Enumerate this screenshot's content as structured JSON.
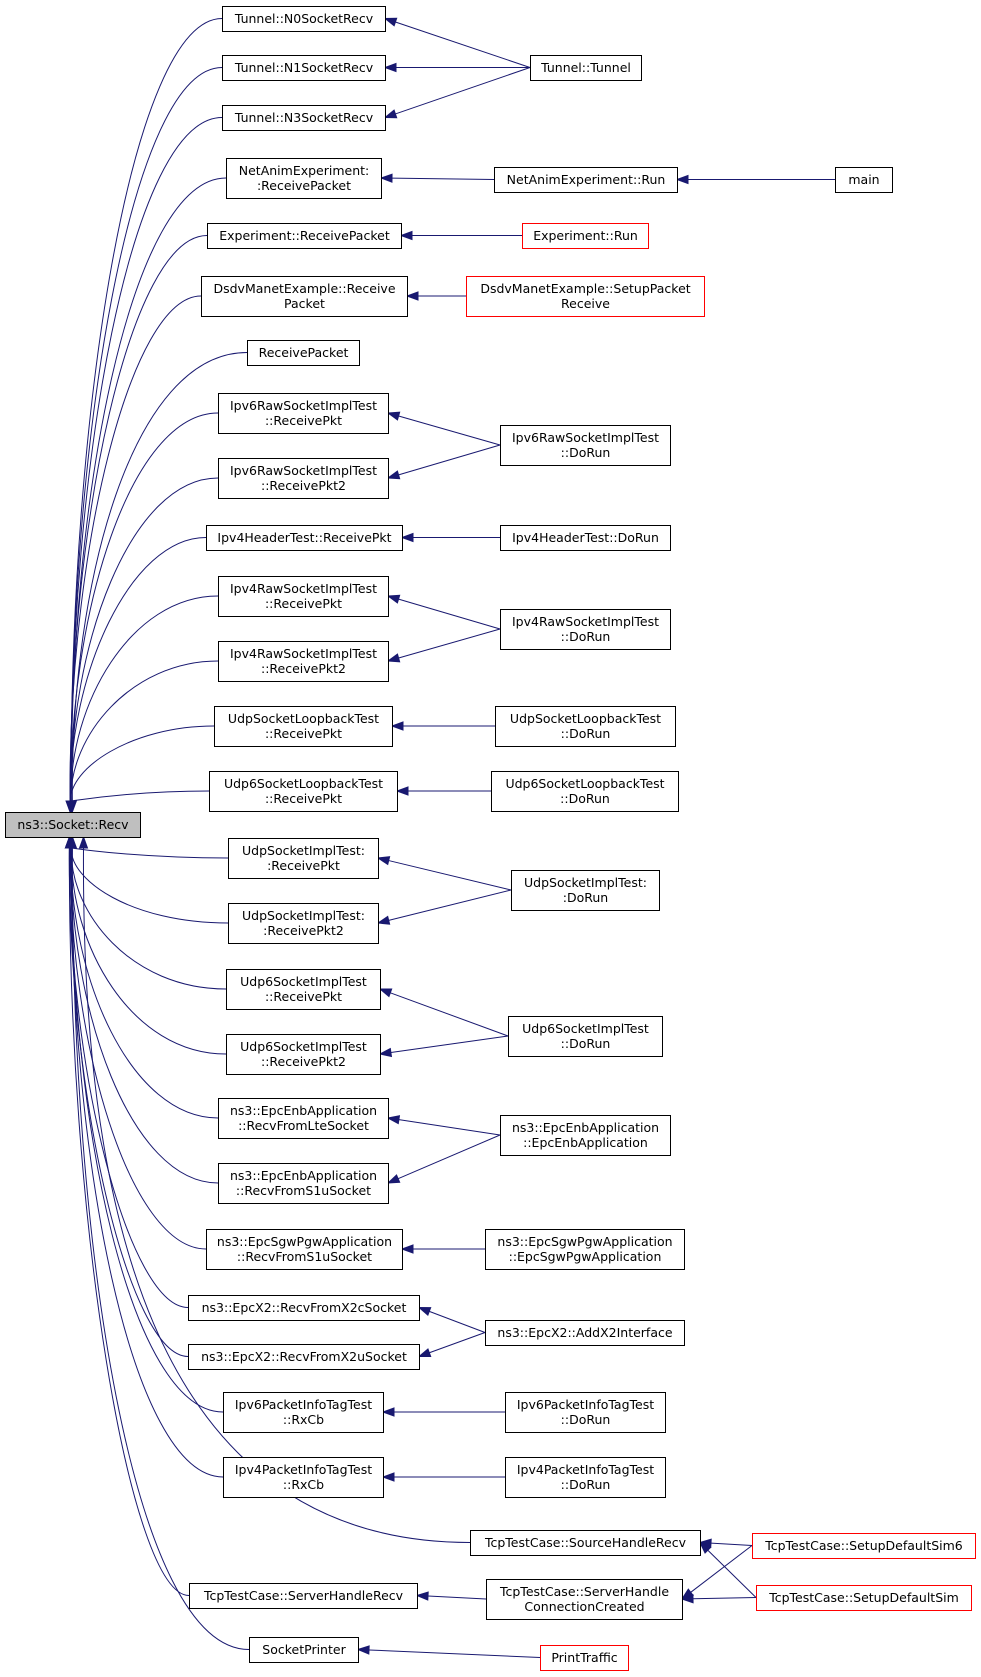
{
  "nodes": [
    {
      "id": "root",
      "lines": [
        "ns3::Socket::Recv"
      ],
      "style": "root"
    },
    {
      "id": "n0",
      "lines": [
        "Tunnel::N0SocketRecv"
      ],
      "style": "normal"
    },
    {
      "id": "n1",
      "lines": [
        "Tunnel::N1SocketRecv"
      ],
      "style": "normal"
    },
    {
      "id": "n3",
      "lines": [
        "Tunnel::N3SocketRecv"
      ],
      "style": "normal"
    },
    {
      "id": "tunnel",
      "lines": [
        "Tunnel::Tunnel"
      ],
      "style": "normal"
    },
    {
      "id": "naRecv",
      "lines": [
        "NetAnimExperiment:",
        ":ReceivePacket"
      ],
      "style": "normal"
    },
    {
      "id": "naRun",
      "lines": [
        "NetAnimExperiment::Run"
      ],
      "style": "normal"
    },
    {
      "id": "main",
      "lines": [
        "main"
      ],
      "style": "normal"
    },
    {
      "id": "expRecv",
      "lines": [
        "Experiment::ReceivePacket"
      ],
      "style": "normal"
    },
    {
      "id": "expRun",
      "lines": [
        "Experiment::Run"
      ],
      "style": "red"
    },
    {
      "id": "dsdvRecv",
      "lines": [
        "DsdvManetExample::Receive",
        "Packet"
      ],
      "style": "normal"
    },
    {
      "id": "dsdvSetup",
      "lines": [
        "DsdvManetExample::SetupPacket",
        "Receive"
      ],
      "style": "red"
    },
    {
      "id": "recvPacket",
      "lines": [
        "ReceivePacket"
      ],
      "style": "normal"
    },
    {
      "id": "i6rawPkt",
      "lines": [
        "Ipv6RawSocketImplTest",
        "::ReceivePkt"
      ],
      "style": "normal"
    },
    {
      "id": "i6rawPkt2",
      "lines": [
        "Ipv6RawSocketImplTest",
        "::ReceivePkt2"
      ],
      "style": "normal"
    },
    {
      "id": "i6rawRun",
      "lines": [
        "Ipv6RawSocketImplTest",
        "::DoRun"
      ],
      "style": "normal"
    },
    {
      "id": "i4hdrPkt",
      "lines": [
        "Ipv4HeaderTest::ReceivePkt"
      ],
      "style": "normal"
    },
    {
      "id": "i4hdrRun",
      "lines": [
        "Ipv4HeaderTest::DoRun"
      ],
      "style": "normal"
    },
    {
      "id": "i4rawPkt",
      "lines": [
        "Ipv4RawSocketImplTest",
        "::ReceivePkt"
      ],
      "style": "normal"
    },
    {
      "id": "i4rawPkt2",
      "lines": [
        "Ipv4RawSocketImplTest",
        "::ReceivePkt2"
      ],
      "style": "normal"
    },
    {
      "id": "i4rawRun",
      "lines": [
        "Ipv4RawSocketImplTest",
        "::DoRun"
      ],
      "style": "normal"
    },
    {
      "id": "udpLbPkt",
      "lines": [
        "UdpSocketLoopbackTest",
        "::ReceivePkt"
      ],
      "style": "normal"
    },
    {
      "id": "udpLbRun",
      "lines": [
        "UdpSocketLoopbackTest",
        "::DoRun"
      ],
      "style": "normal"
    },
    {
      "id": "udp6LbPkt",
      "lines": [
        "Udp6SocketLoopbackTest",
        "::ReceivePkt"
      ],
      "style": "normal"
    },
    {
      "id": "udp6LbRun",
      "lines": [
        "Udp6SocketLoopbackTest",
        "::DoRun"
      ],
      "style": "normal"
    },
    {
      "id": "udpImplPkt",
      "lines": [
        "UdpSocketImplTest:",
        ":ReceivePkt"
      ],
      "style": "normal"
    },
    {
      "id": "udpImplPkt2",
      "lines": [
        "UdpSocketImplTest:",
        ":ReceivePkt2"
      ],
      "style": "normal"
    },
    {
      "id": "udpImplRun",
      "lines": [
        "UdpSocketImplTest:",
        ":DoRun"
      ],
      "style": "normal"
    },
    {
      "id": "udp6ImplPkt",
      "lines": [
        "Udp6SocketImplTest",
        "::ReceivePkt"
      ],
      "style": "normal"
    },
    {
      "id": "udp6ImplPkt2",
      "lines": [
        "Udp6SocketImplTest",
        "::ReceivePkt2"
      ],
      "style": "normal"
    },
    {
      "id": "udp6ImplRun",
      "lines": [
        "Udp6SocketImplTest",
        "::DoRun"
      ],
      "style": "normal"
    },
    {
      "id": "enbLte",
      "lines": [
        "ns3::EpcEnbApplication",
        "::RecvFromLteSocket"
      ],
      "style": "normal"
    },
    {
      "id": "enbS1u",
      "lines": [
        "ns3::EpcEnbApplication",
        "::RecvFromS1uSocket"
      ],
      "style": "normal"
    },
    {
      "id": "enbApp",
      "lines": [
        "ns3::EpcEnbApplication",
        "::EpcEnbApplication"
      ],
      "style": "normal"
    },
    {
      "id": "sgwS1u",
      "lines": [
        "ns3::EpcSgwPgwApplication",
        "::RecvFromS1uSocket"
      ],
      "style": "normal"
    },
    {
      "id": "sgwApp",
      "lines": [
        "ns3::EpcSgwPgwApplication",
        "::EpcSgwPgwApplication"
      ],
      "style": "normal"
    },
    {
      "id": "x2c",
      "lines": [
        "ns3::EpcX2::RecvFromX2cSocket"
      ],
      "style": "normal"
    },
    {
      "id": "x2u",
      "lines": [
        "ns3::EpcX2::RecvFromX2uSocket"
      ],
      "style": "normal"
    },
    {
      "id": "x2Add",
      "lines": [
        "ns3::EpcX2::AddX2Interface"
      ],
      "style": "normal"
    },
    {
      "id": "i6pitRx",
      "lines": [
        "Ipv6PacketInfoTagTest",
        "::RxCb"
      ],
      "style": "normal"
    },
    {
      "id": "i6pitRun",
      "lines": [
        "Ipv6PacketInfoTagTest",
        "::DoRun"
      ],
      "style": "normal"
    },
    {
      "id": "i4pitRx",
      "lines": [
        "Ipv4PacketInfoTagTest",
        "::RxCb"
      ],
      "style": "normal"
    },
    {
      "id": "i4pitRun",
      "lines": [
        "Ipv4PacketInfoTagTest",
        "::DoRun"
      ],
      "style": "normal"
    },
    {
      "id": "tcpSrcRecv",
      "lines": [
        "TcpTestCase::SourceHandleRecv"
      ],
      "style": "normal"
    },
    {
      "id": "tcpSim6",
      "lines": [
        "TcpTestCase::SetupDefaultSim6"
      ],
      "style": "red"
    },
    {
      "id": "tcpSrvRecv",
      "lines": [
        "TcpTestCase::ServerHandleRecv"
      ],
      "style": "normal"
    },
    {
      "id": "tcpSrvConn",
      "lines": [
        "TcpTestCase::ServerHandle",
        "ConnectionCreated"
      ],
      "style": "normal"
    },
    {
      "id": "tcpSim",
      "lines": [
        "TcpTestCase::SetupDefaultSim"
      ],
      "style": "red"
    },
    {
      "id": "sockPrinter",
      "lines": [
        "SocketPrinter"
      ],
      "style": "normal"
    },
    {
      "id": "printTraffic",
      "lines": [
        "PrintTraffic"
      ],
      "style": "red"
    }
  ],
  "edges": [
    {
      "caller": "n0",
      "callee": "root"
    },
    {
      "caller": "n1",
      "callee": "root"
    },
    {
      "caller": "n3",
      "callee": "root"
    },
    {
      "caller": "naRecv",
      "callee": "root"
    },
    {
      "caller": "expRecv",
      "callee": "root"
    },
    {
      "caller": "dsdvRecv",
      "callee": "root"
    },
    {
      "caller": "recvPacket",
      "callee": "root"
    },
    {
      "caller": "i6rawPkt",
      "callee": "root"
    },
    {
      "caller": "i6rawPkt2",
      "callee": "root"
    },
    {
      "caller": "i4hdrPkt",
      "callee": "root"
    },
    {
      "caller": "i4rawPkt",
      "callee": "root"
    },
    {
      "caller": "i4rawPkt2",
      "callee": "root"
    },
    {
      "caller": "udpLbPkt",
      "callee": "root"
    },
    {
      "caller": "udp6LbPkt",
      "callee": "root"
    },
    {
      "caller": "udpImplPkt",
      "callee": "root"
    },
    {
      "caller": "udpImplPkt2",
      "callee": "root"
    },
    {
      "caller": "udp6ImplPkt",
      "callee": "root"
    },
    {
      "caller": "udp6ImplPkt2",
      "callee": "root"
    },
    {
      "caller": "enbLte",
      "callee": "root"
    },
    {
      "caller": "enbS1u",
      "callee": "root"
    },
    {
      "caller": "sgwS1u",
      "callee": "root"
    },
    {
      "caller": "x2c",
      "callee": "root"
    },
    {
      "caller": "x2u",
      "callee": "root"
    },
    {
      "caller": "i6pitRx",
      "callee": "root"
    },
    {
      "caller": "i4pitRx",
      "callee": "root"
    },
    {
      "caller": "tcpSrcRecv",
      "callee": "root"
    },
    {
      "caller": "tcpSrvRecv",
      "callee": "root"
    },
    {
      "caller": "sockPrinter",
      "callee": "root"
    },
    {
      "caller": "tunnel",
      "callee": "n0"
    },
    {
      "caller": "tunnel",
      "callee": "n1"
    },
    {
      "caller": "tunnel",
      "callee": "n3"
    },
    {
      "caller": "naRun",
      "callee": "naRecv"
    },
    {
      "caller": "main",
      "callee": "naRun"
    },
    {
      "caller": "expRun",
      "callee": "expRecv"
    },
    {
      "caller": "dsdvSetup",
      "callee": "dsdvRecv"
    },
    {
      "caller": "i6rawRun",
      "callee": "i6rawPkt"
    },
    {
      "caller": "i6rawRun",
      "callee": "i6rawPkt2"
    },
    {
      "caller": "i4hdrRun",
      "callee": "i4hdrPkt"
    },
    {
      "caller": "i4rawRun",
      "callee": "i4rawPkt"
    },
    {
      "caller": "i4rawRun",
      "callee": "i4rawPkt2"
    },
    {
      "caller": "udpLbRun",
      "callee": "udpLbPkt"
    },
    {
      "caller": "udp6LbRun",
      "callee": "udp6LbPkt"
    },
    {
      "caller": "udpImplRun",
      "callee": "udpImplPkt"
    },
    {
      "caller": "udpImplRun",
      "callee": "udpImplPkt2"
    },
    {
      "caller": "udp6ImplRun",
      "callee": "udp6ImplPkt"
    },
    {
      "caller": "udp6ImplRun",
      "callee": "udp6ImplPkt2"
    },
    {
      "caller": "enbApp",
      "callee": "enbLte"
    },
    {
      "caller": "enbApp",
      "callee": "enbS1u"
    },
    {
      "caller": "sgwApp",
      "callee": "sgwS1u"
    },
    {
      "caller": "x2Add",
      "callee": "x2c"
    },
    {
      "caller": "x2Add",
      "callee": "x2u"
    },
    {
      "caller": "i6pitRun",
      "callee": "i6pitRx"
    },
    {
      "caller": "i4pitRun",
      "callee": "i4pitRx"
    },
    {
      "caller": "tcpSim6",
      "callee": "tcpSrcRecv"
    },
    {
      "caller": "tcpSim",
      "callee": "tcpSrcRecv"
    },
    {
      "caller": "tcpSrvConn",
      "callee": "tcpSrvRecv"
    },
    {
      "caller": "tcpSim6",
      "callee": "tcpSrvConn"
    },
    {
      "caller": "tcpSim",
      "callee": "tcpSrvConn"
    },
    {
      "caller": "printTraffic",
      "callee": "sockPrinter"
    }
  ],
  "colors": {
    "edge": "#191970",
    "node_border": "#000000",
    "node_border_incomplete": "#ff0000",
    "root_fill": "#bfbfbf",
    "node_fill": "#ffffff"
  }
}
